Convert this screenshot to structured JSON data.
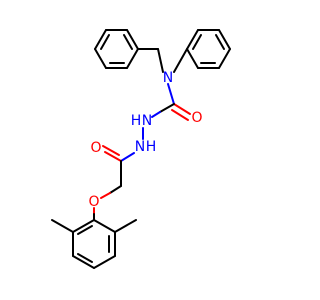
{
  "molecule": {
    "atoms": {
      "n_amide": "N",
      "o_carbonyl_upper": "O",
      "nh_upper": "N",
      "nh_upper_h": "H",
      "nh_lower": "N",
      "nh_lower_h": "H",
      "o_carbonyl_lower": "O",
      "o_ether": "O"
    },
    "colors": {
      "carbon_bond": "#000000",
      "nitrogen": "#0000ff",
      "oxygen": "#ff0000"
    }
  }
}
